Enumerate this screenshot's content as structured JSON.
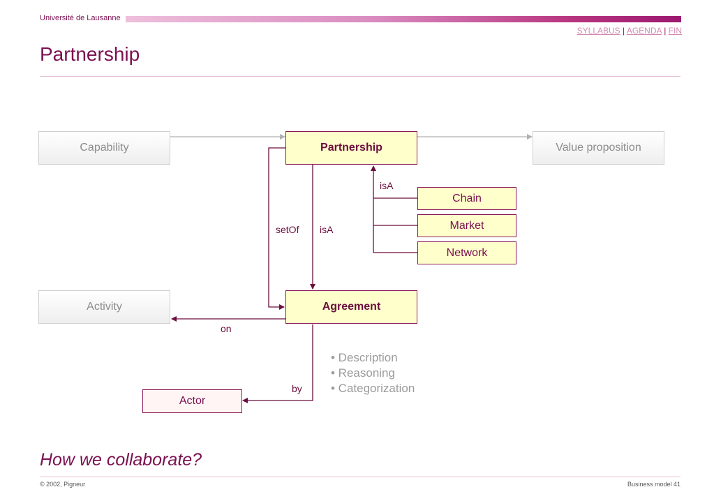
{
  "header": {
    "university": "Université de Lausanne",
    "nav": {
      "syllabus": "SYLLABUS",
      "agenda": "AGENDA",
      "fin": "FIN",
      "sep": "|"
    },
    "title": "Partnership"
  },
  "diagram": {
    "nodes": {
      "capability": "Capability",
      "partnership": "Partnership",
      "value_proposition": "Value proposition",
      "chain": "Chain",
      "market": "Market",
      "network": "Network",
      "activity": "Activity",
      "agreement": "Agreement",
      "actor": "Actor"
    },
    "edge_labels": {
      "isA_top": "isA",
      "setOf": "setOf",
      "isA_mid": "isA",
      "on": "on",
      "by": "by"
    },
    "bullets": [
      "• Description",
      "• Reasoning",
      "• Categorization"
    ]
  },
  "footer": {
    "question": "How we collaborate?",
    "copyright": "© 2002, Pigneur",
    "page": "Business model  41"
  },
  "colors": {
    "accent": "#7a1150",
    "line": "#6b0f3f",
    "grey_line": "#b0b0b0"
  }
}
